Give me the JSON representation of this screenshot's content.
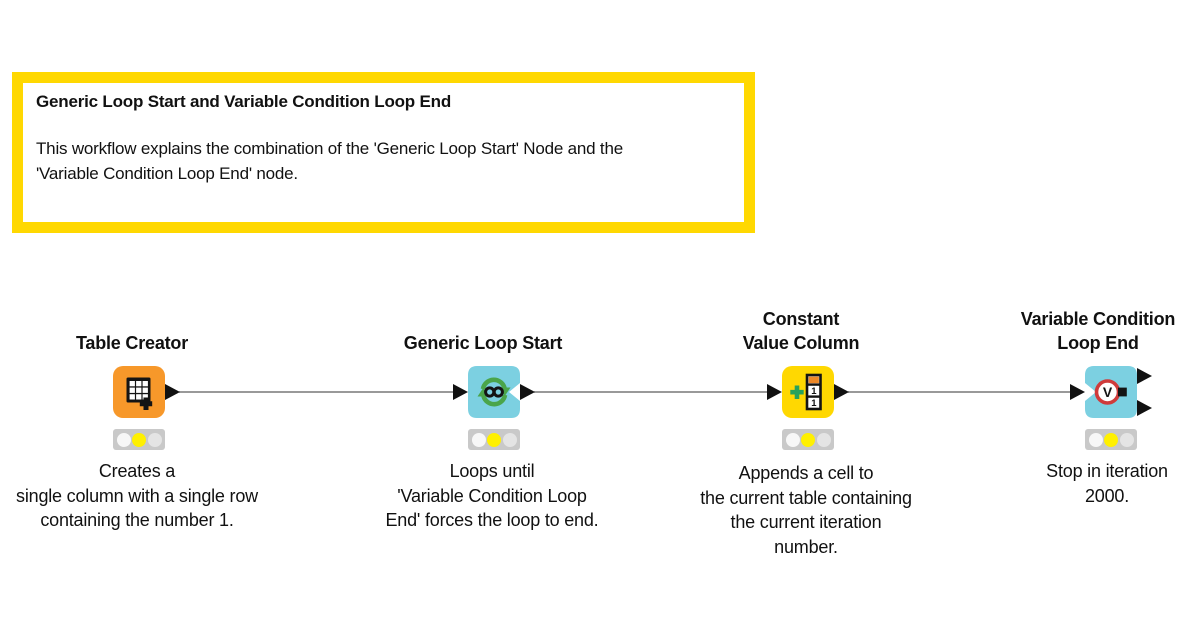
{
  "annotation": {
    "title": "Generic Loop Start and Variable Condition Loop End",
    "body": "This workflow explains the combination of the 'Generic Loop Start' Node and the\n'Variable Condition Loop End' node.",
    "border_color": "#FFD801"
  },
  "nodes": [
    {
      "id": "table-creator",
      "title": "Table Creator",
      "description": "Creates a\nsingle column with a single row\ncontaining the number 1.",
      "icon": "table-plus-icon",
      "color": "#F7982A",
      "status": "configured",
      "lights": {
        "red": false,
        "yellow": true,
        "green": false
      },
      "ports": {
        "inputs": 0,
        "outputs": 1
      }
    },
    {
      "id": "generic-loop-start",
      "title": "Generic Loop Start",
      "description": "Loops until\n'Variable Condition Loop\nEnd' forces the loop to end.",
      "icon": "loop-arrows-infinity-icon",
      "color": "#7CD0E1",
      "status": "configured",
      "lights": {
        "red": false,
        "yellow": true,
        "green": false
      },
      "ports": {
        "inputs": 1,
        "outputs": 1
      }
    },
    {
      "id": "constant-value-column",
      "title": "Constant\nValue Column",
      "description": "Appends a cell to\nthe current table containing\nthe current iteration\nnumber.",
      "icon": "plus-column-icon",
      "color": "#FFD801",
      "status": "configured",
      "lights": {
        "red": false,
        "yellow": true,
        "green": false
      },
      "ports": {
        "inputs": 1,
        "outputs": 1
      }
    },
    {
      "id": "variable-condition-loop-end",
      "title": "Variable Condition\nLoop End",
      "description": "Stop in iteration\n2000.",
      "icon": "v-prohibition-sign-icon",
      "color": "#7CD0E1",
      "status": "configured",
      "lights": {
        "red": false,
        "yellow": true,
        "green": false
      },
      "ports": {
        "inputs": 1,
        "outputs": 2
      }
    }
  ],
  "edges": [
    {
      "from": "table-creator",
      "to": "generic-loop-start"
    },
    {
      "from": "generic-loop-start",
      "to": "constant-value-column"
    },
    {
      "from": "constant-value-column",
      "to": "variable-condition-loop-end"
    }
  ],
  "colors": {
    "edge": "#999999",
    "port": "#111111",
    "traffic_bar": "#C9C9C9",
    "traffic_yellow": "#FFF000",
    "annotation_yellow": "#FFD801",
    "node_orange": "#F7982A",
    "node_blue": "#7CD0E1",
    "node_yellow": "#FFD801"
  }
}
